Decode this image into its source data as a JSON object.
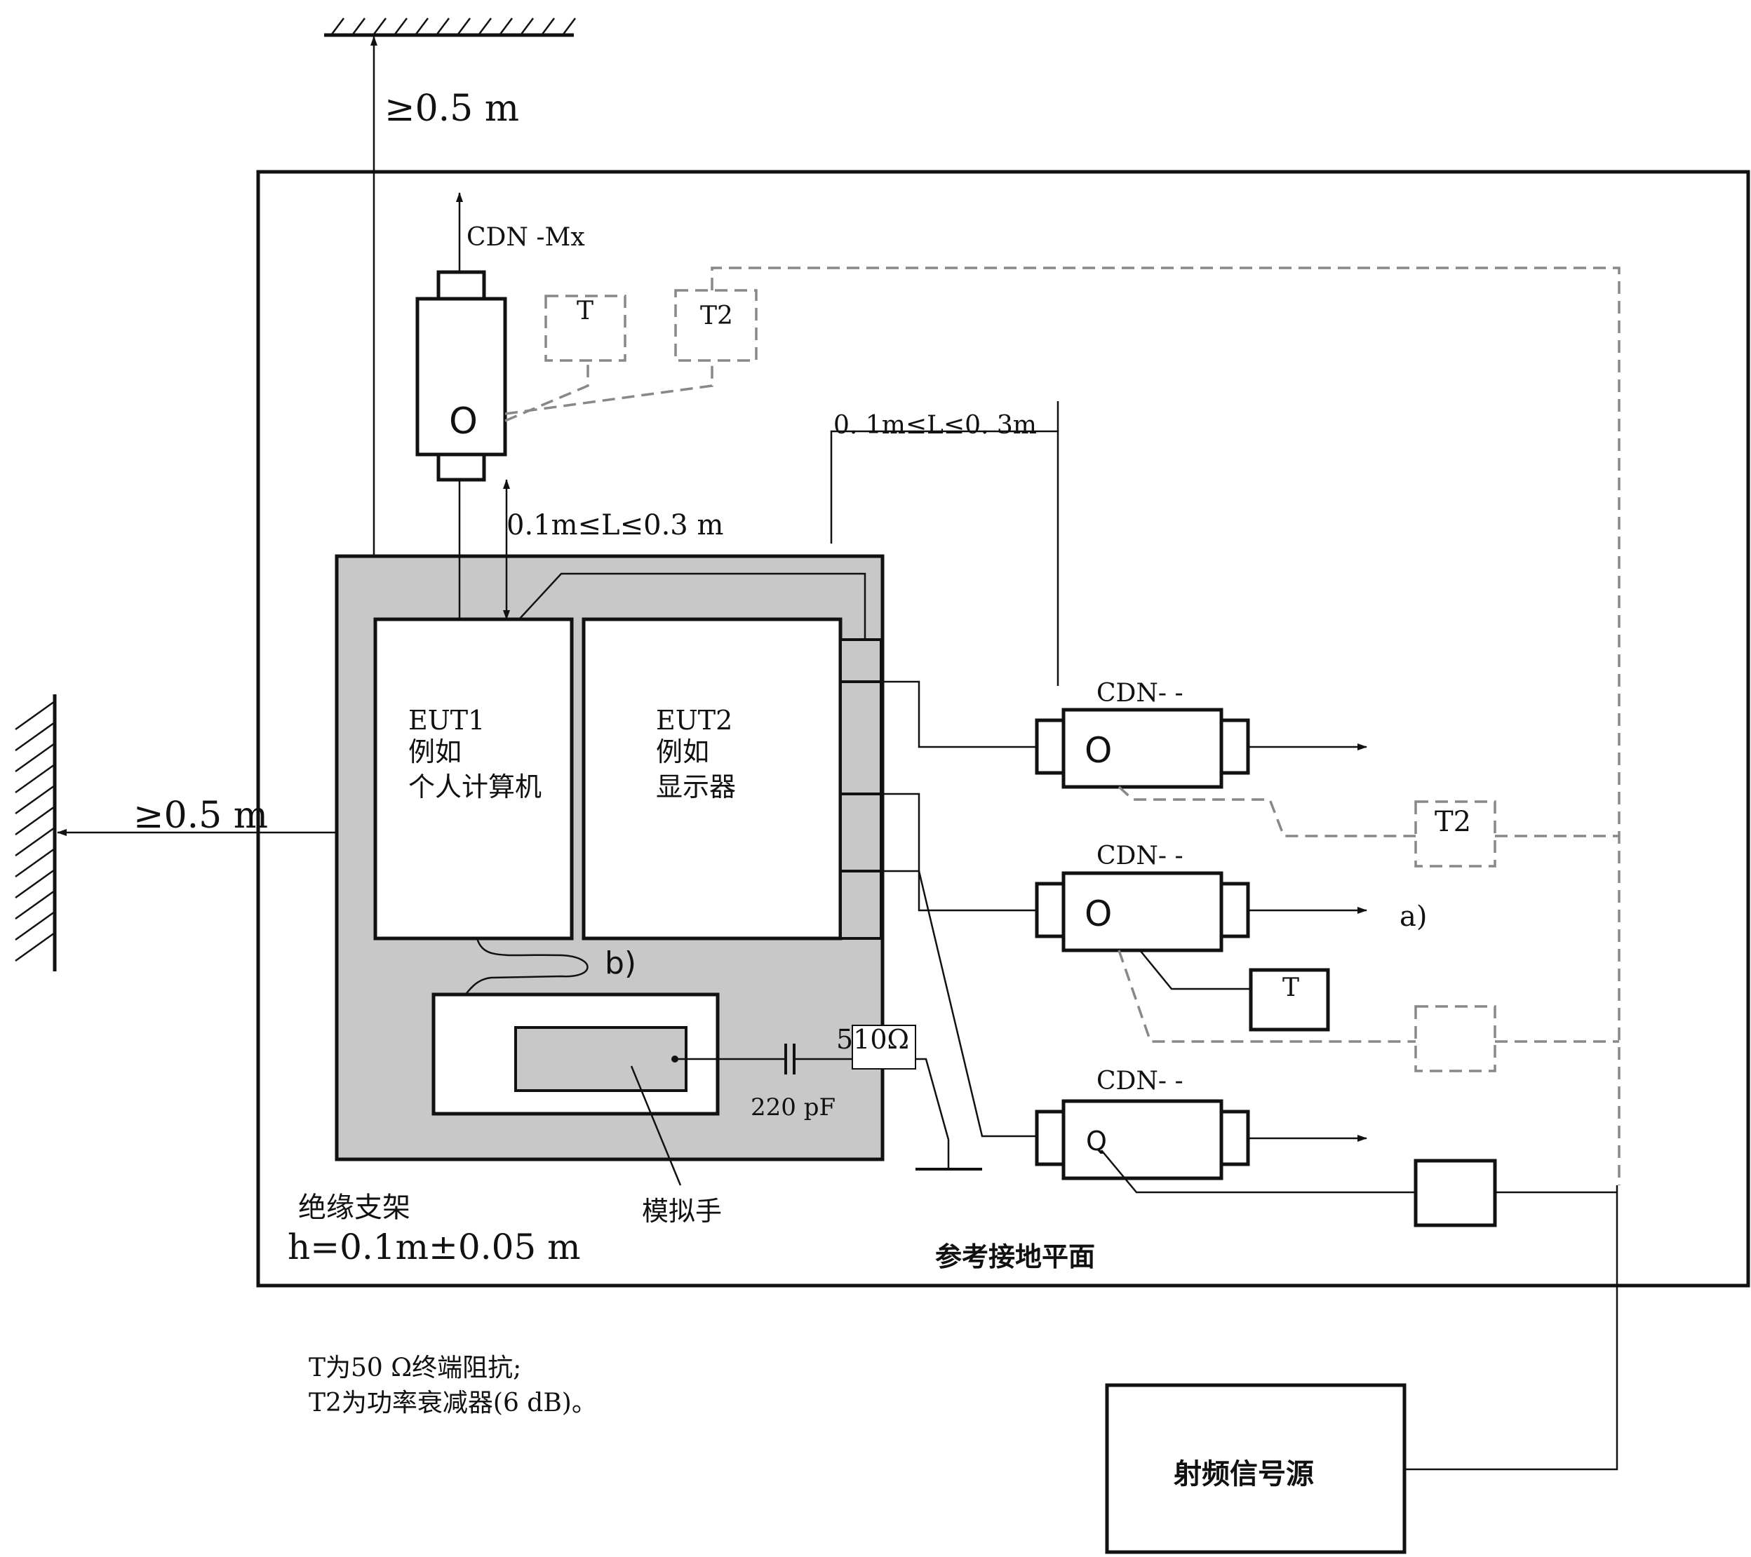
{
  "labels": {
    "top_clearance": "≥0.5 m",
    "left_clearance": "≥0.5 m",
    "cdn_mx": "CDN   -Mx",
    "t_top": "T",
    "t2_top": "T2",
    "o_top": "O",
    "l_range_vertical": "0.1m≤L≤0.3    m",
    "l_range_top_right": "0. 1m≤L≤0. 3m",
    "eut1_line1": "EUT1",
    "eut1_line2": "例如",
    "eut1_line3": "个人计算机",
    "eut2_line1": "EUT2",
    "eut2_line2": "例如",
    "eut2_line3": "显示器",
    "note_b": "b)",
    "resistor": "510Ω",
    "capacitor": "220  pF",
    "artificial_hand": "模拟手",
    "insulating_support": "绝缘支架",
    "support_height": "h=0.1m±0.05 m",
    "ground_plane": "参考接地平面",
    "cdn_1": "CDN- -",
    "cdn_2": "CDN- -",
    "cdn_3": "CDN- -",
    "o_cdn1": "O",
    "o_cdn2": "O",
    "o_cdn3": "Q",
    "t2_right": "T2",
    "t_right": "T",
    "note_a": "a)",
    "rf_source": "射频信号源",
    "legend_line1": "T为50   Ω终端阻抗;",
    "legend_line2": "T2为功率衰减器(6  dB)。"
  }
}
